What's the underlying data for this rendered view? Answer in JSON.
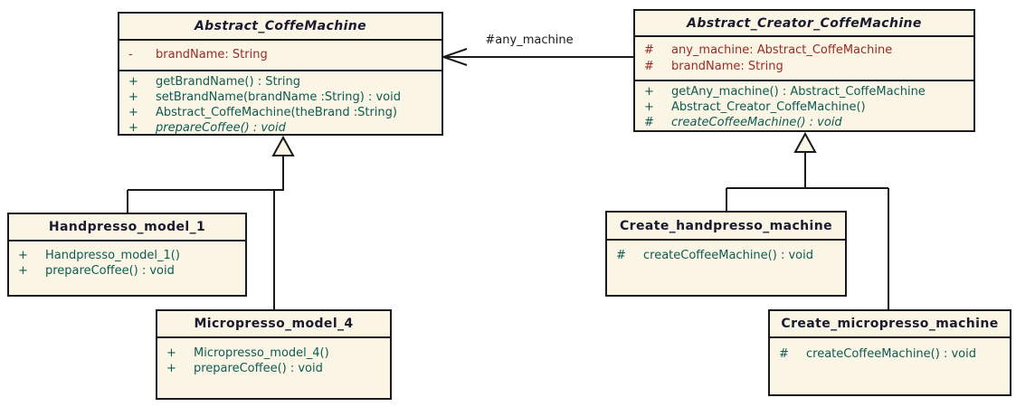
{
  "colors": {
    "box_fill": "#FBF5E5",
    "box_border": "#1A1A1A",
    "title_text": "#1A1A2E",
    "attribute_text": "#9A2A25",
    "method_text": "#0D5B52",
    "connector": "#1A1A1A",
    "label_text": "#1A1A1A",
    "background": "#FFFFFF"
  },
  "association": {
    "label": "#any_machine"
  },
  "classes": [
    {
      "name": "Abstract_CoffeMachine",
      "stereotype": "abstract",
      "attributes": [
        {
          "visibility": "-",
          "text": "brandName: String"
        }
      ],
      "methods": [
        {
          "visibility": "+",
          "text": "getBrandName() : String"
        },
        {
          "visibility": "+",
          "text": "setBrandName(brandName :String) : void"
        },
        {
          "visibility": "+",
          "text": "Abstract_CoffeMachine(theBrand :String)"
        },
        {
          "visibility": "+",
          "text": "prepareCoffee() : void",
          "abstract": true
        }
      ]
    },
    {
      "name": "Abstract_Creator_CoffeMachine",
      "stereotype": "abstract",
      "attributes": [
        {
          "visibility": "#",
          "text": "any_machine: Abstract_CoffeMachine"
        },
        {
          "visibility": "#",
          "text": "brandName: String"
        }
      ],
      "methods": [
        {
          "visibility": "+",
          "text": "getAny_machine() : Abstract_CoffeMachine"
        },
        {
          "visibility": "+",
          "text": "Abstract_Creator_CoffeMachine()"
        },
        {
          "visibility": "#",
          "text": "createCoffeeMachine() : void",
          "abstract": true
        }
      ]
    },
    {
      "name": "Handpresso_model_1",
      "methods": [
        {
          "visibility": "+",
          "text": "Handpresso_model_1()"
        },
        {
          "visibility": "+",
          "text": "prepareCoffee() : void"
        }
      ]
    },
    {
      "name": "Micropresso_model_4",
      "methods": [
        {
          "visibility": "+",
          "text": "Micropresso_model_4()"
        },
        {
          "visibility": "+",
          "text": "prepareCoffee() : void"
        }
      ]
    },
    {
      "name": "Create_handpresso_machine",
      "methods": [
        {
          "visibility": "#",
          "text": "createCoffeeMachine() : void"
        }
      ]
    },
    {
      "name": "Create_micropresso_machine",
      "methods": [
        {
          "visibility": "#",
          "text": "createCoffeeMachine() : void"
        }
      ]
    }
  ]
}
